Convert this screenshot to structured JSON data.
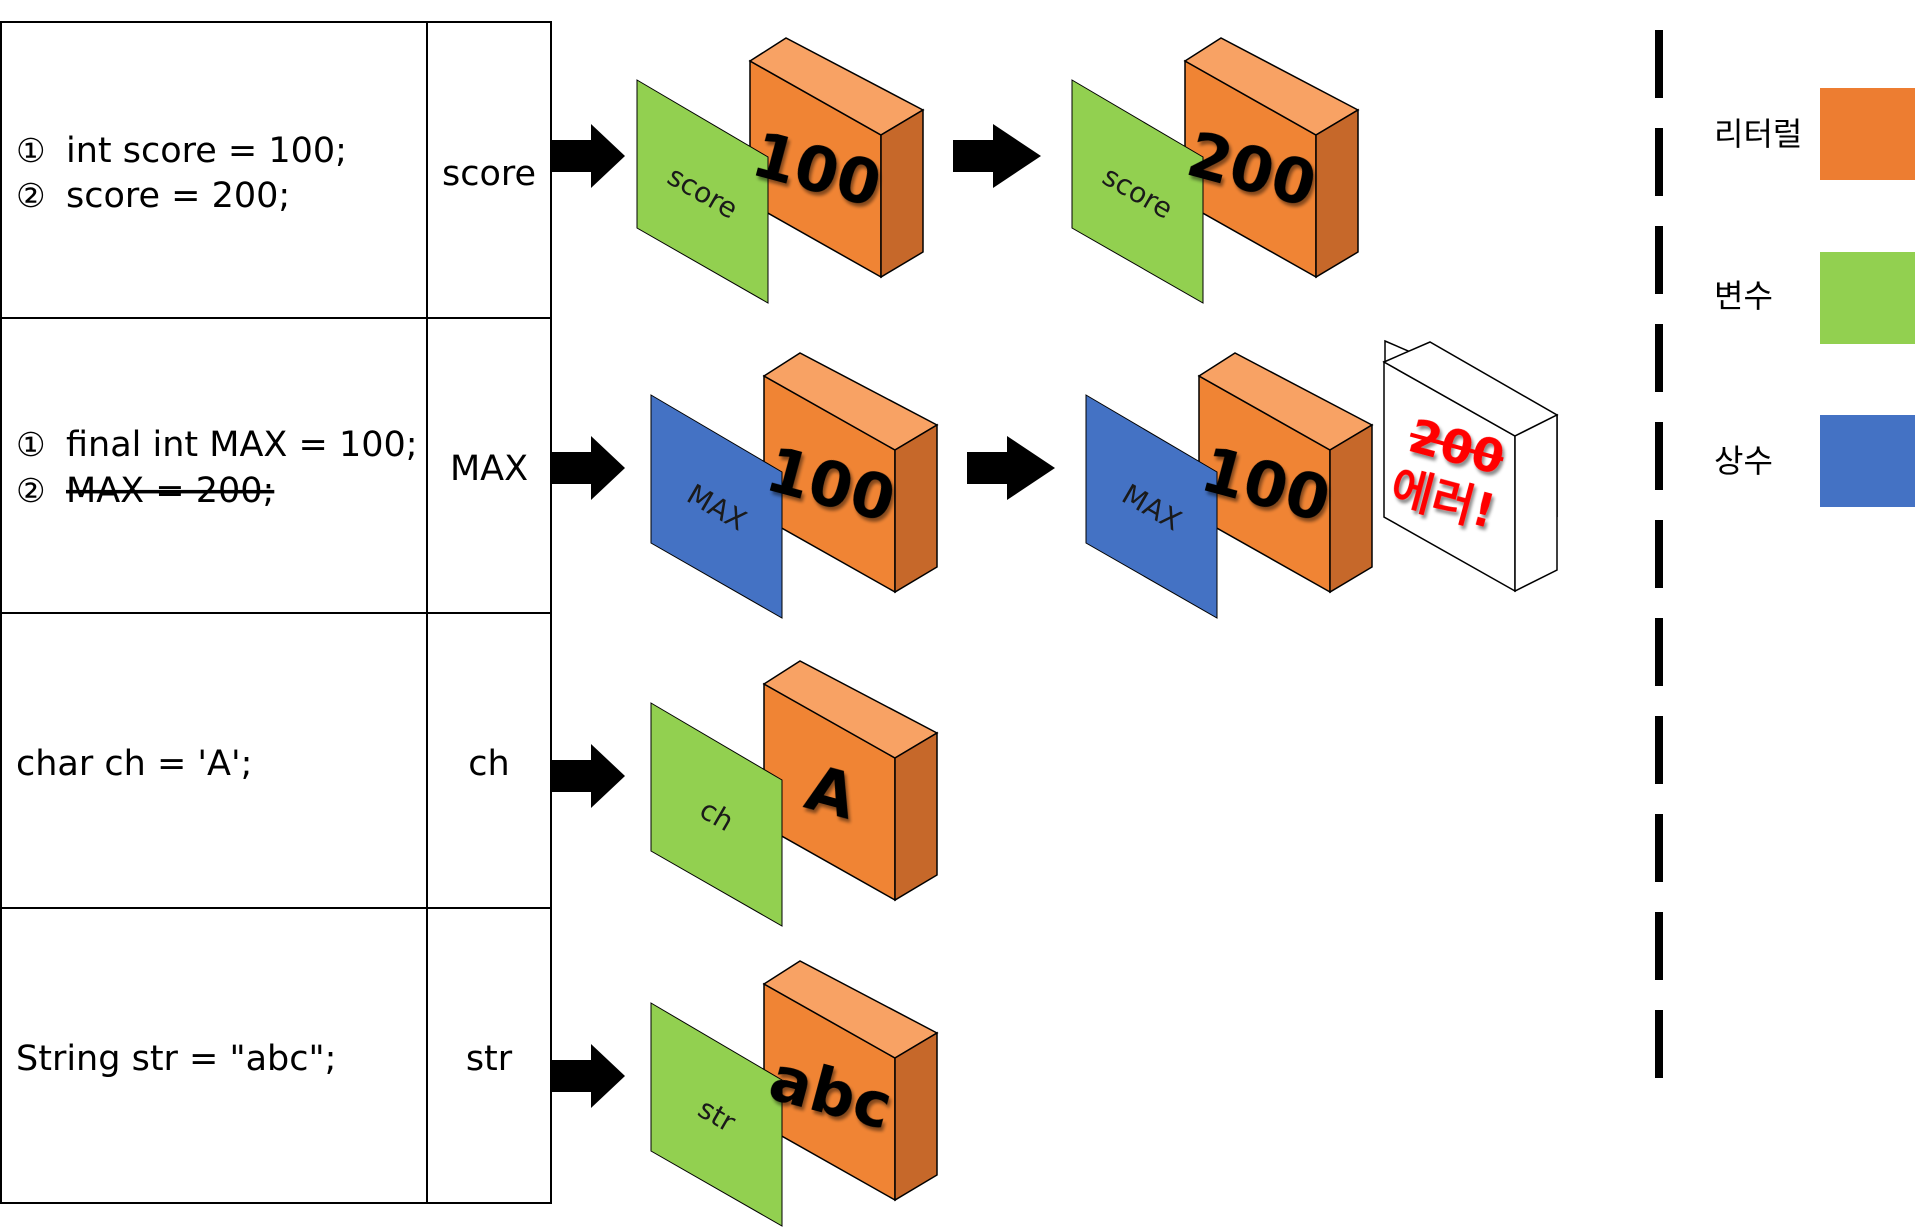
{
  "rows": [
    {
      "code": [
        {
          "marker": "①",
          "text": "int score = 100;",
          "struck": false
        },
        {
          "marker": "②",
          "text": "score = 200;",
          "struck": false
        }
      ],
      "name": "score",
      "stages": [
        {
          "var_label": "score",
          "var_color": "#92D050",
          "literal": "100"
        },
        {
          "var_label": "score",
          "var_color": "#92D050",
          "literal": "200"
        }
      ]
    },
    {
      "code": [
        {
          "marker": "①",
          "text": "final int MAX = 100;",
          "struck": false
        },
        {
          "marker": "②",
          "text": "MAX = 200;",
          "struck": true
        }
      ],
      "name": "MAX",
      "stages": [
        {
          "var_label": "MAX",
          "var_color": "#4472C4",
          "literal": "100"
        },
        {
          "var_label": "MAX",
          "var_color": "#4472C4",
          "literal": "100"
        }
      ],
      "error": {
        "value": "200",
        "message": "에러!"
      }
    },
    {
      "code": [
        {
          "marker": "",
          "text": "char ch = 'A';",
          "struck": false
        }
      ],
      "name": "ch",
      "stages": [
        {
          "var_label": "ch",
          "var_color": "#92D050",
          "literal": "A"
        }
      ]
    },
    {
      "code": [
        {
          "marker": "",
          "text": "String str = \"abc\";",
          "struck": false
        }
      ],
      "name": "str",
      "stages": [
        {
          "var_label": "str",
          "var_color": "#92D050",
          "literal": "abc"
        }
      ]
    }
  ],
  "legend": [
    {
      "label": "리터럴",
      "color": "#ED7D31"
    },
    {
      "label": "변수",
      "color": "#92D050"
    },
    {
      "label": "상수",
      "color": "#4472C4"
    }
  ],
  "colors": {
    "literal_front": "#F08434",
    "literal_top": "#F8A264",
    "literal_side": "#C6682A",
    "error_text": "#FF0000"
  }
}
